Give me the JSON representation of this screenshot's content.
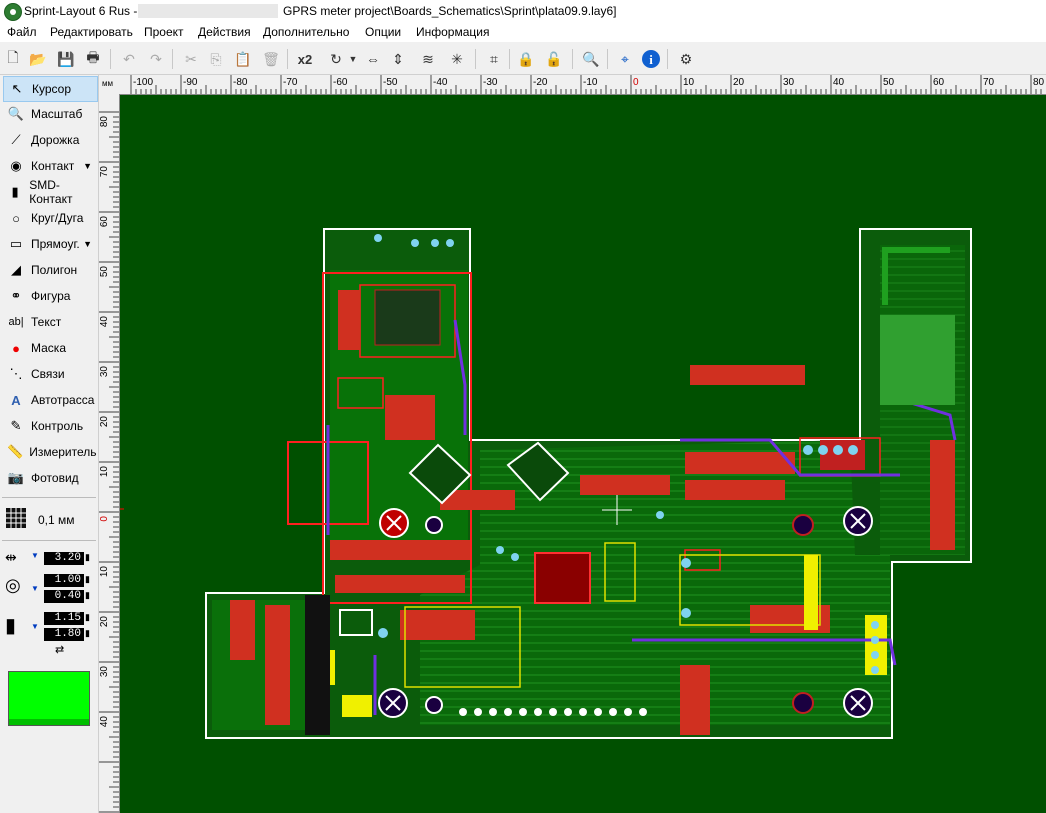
{
  "window": {
    "title_prefix": "Sprint-Layout 6 Rus -",
    "title_path": "GPRS meter project\\Boards_Schematics\\Sprint\\plata09.9.lay6]"
  },
  "menu": [
    "Файл",
    "Редактировать",
    "Проект",
    "Действия",
    "Дополнительно",
    "Опции",
    "Информация"
  ],
  "toolbar": {
    "x2_label": "x2"
  },
  "tools": [
    {
      "label": "Курсор",
      "icon": "cursor-icon",
      "selected": true
    },
    {
      "label": "Масштаб",
      "icon": "zoom-icon"
    },
    {
      "label": "Дорожка",
      "icon": "track-icon"
    },
    {
      "label": "Контакт",
      "icon": "pad-icon",
      "dropdown": true
    },
    {
      "label": "SMD-Контакт",
      "icon": "smd-pad-icon"
    },
    {
      "label": "Круг/Дуга",
      "icon": "circle-icon"
    },
    {
      "label": "Прямоуг.",
      "icon": "rectangle-icon",
      "dropdown": true
    },
    {
      "label": "Полигон",
      "icon": "polygon-icon"
    },
    {
      "label": "Фигура",
      "icon": "shape-icon"
    },
    {
      "label": "Текст",
      "icon": "text-icon"
    },
    {
      "label": "Маска",
      "icon": "mask-icon"
    },
    {
      "label": "Связи",
      "icon": "connections-icon"
    },
    {
      "label": "Автотрасса",
      "icon": "autoroute-icon"
    },
    {
      "label": "Контроль",
      "icon": "control-icon"
    },
    {
      "label": "Измеритель",
      "icon": "measure-icon"
    },
    {
      "label": "Фотовид",
      "icon": "photoview-icon"
    }
  ],
  "grid": {
    "label": "0,1 мм"
  },
  "params": {
    "track_width": "3.20",
    "pad_outer": "1.00",
    "pad_inner": "0.40",
    "smd_w": "1.15",
    "smd_h": "1.80"
  },
  "layer_color": "#00ff00",
  "rulers": {
    "unit": "мм",
    "top_ticks": [
      "-100",
      "-90",
      "-80",
      "-70",
      "-60",
      "-50",
      "-40",
      "-30",
      "-20",
      "-10",
      "0",
      "10",
      "20",
      "30",
      "40",
      "50",
      "60",
      "70",
      "80"
    ],
    "left_ticks": [
      "80",
      "70",
      "60",
      "50",
      "40",
      "30",
      "20",
      "10",
      "0",
      "10",
      "20",
      "30",
      "40"
    ]
  },
  "colors": {
    "board_bg": "#005000",
    "copper_top": "#00a000",
    "outline": "#ffffff",
    "component": "#cc2020",
    "via": "#7fd3f0"
  }
}
